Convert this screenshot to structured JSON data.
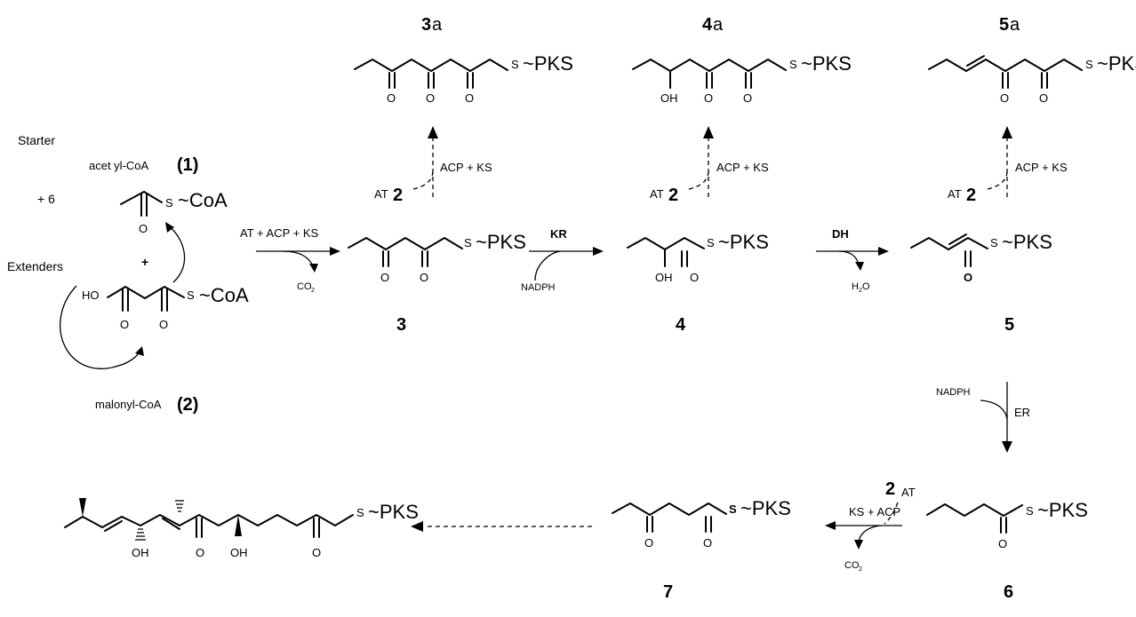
{
  "labels": {
    "starter": "Starter",
    "extenders": "Extenders",
    "plus_six": "+ 6",
    "plus": "+",
    "acetyl_coa": "acet yl-CoA",
    "acetyl_num": "(1)",
    "malonyl_coa": "malonyl-CoA",
    "malonyl_num": "(2)",
    "s": "S",
    "s_bold": "S",
    "tilde_coa": "~CoA",
    "tilde_pks": "~PKS",
    "o": "O",
    "o_bold": "O",
    "ho": "HO",
    "oh": "OH",
    "co2": "CO",
    "co2_sub": "2",
    "h2o_h": "H",
    "h2o_sub": "2",
    "h2o_o": "O",
    "nadph": "NADPH"
  },
  "reactions": {
    "loading": "AT + ACP + KS",
    "kr": "KR",
    "dh": "DH",
    "er": "ER",
    "acp_ks": "ACP + KS",
    "ks_acp": "KS + ACP",
    "at": "AT",
    "two": "2"
  },
  "compounds": {
    "c3": "3",
    "c4": "4",
    "c5": "5",
    "c6": "6",
    "c7": "7",
    "c3a_num": "3",
    "c4a_num": "4",
    "c5a_num": "5",
    "a_suffix": "a"
  }
}
